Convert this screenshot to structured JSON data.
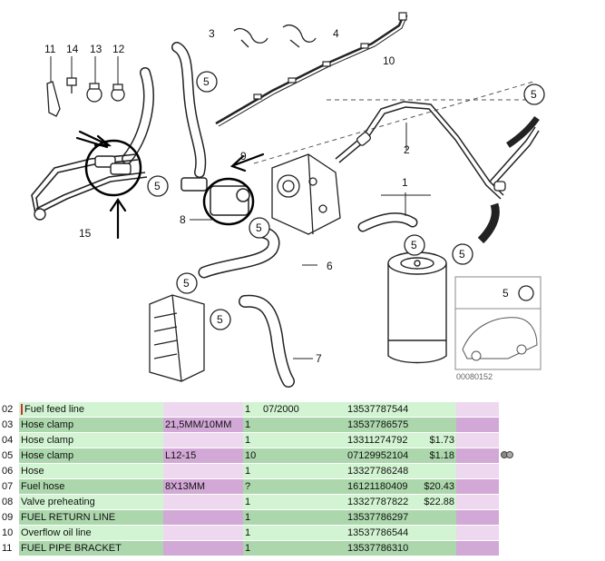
{
  "diagram": {
    "labels": {
      "p1": "1",
      "p2": "2",
      "p3": "3",
      "p4": "4",
      "p5": "5",
      "p6": "6",
      "p7": "7",
      "p8": "8",
      "p9": "9",
      "p10": "10",
      "p11": "11",
      "p12": "12",
      "p13": "13",
      "p14": "14",
      "p15": "15"
    },
    "image_code": "00080152"
  },
  "parts": [
    {
      "no": "02",
      "desc": "Fuel feed line",
      "spec": "",
      "qty": "1",
      "date": "07/2000",
      "partno": "13537787544",
      "price": ""
    },
    {
      "no": "03",
      "desc": "Hose clamp",
      "spec": "21,5MM/10MM",
      "qty": "1",
      "date": "",
      "partno": "13537786575",
      "price": ""
    },
    {
      "no": "04",
      "desc": "Hose clamp",
      "spec": "",
      "qty": "1",
      "date": "",
      "partno": "13311274792",
      "price": "$1.73"
    },
    {
      "no": "05",
      "desc": "Hose clamp",
      "spec": "L12-15",
      "qty": "10",
      "date": "",
      "partno": "07129952104",
      "price": "$1.18",
      "icon": "parts-icon"
    },
    {
      "no": "06",
      "desc": "Hose",
      "spec": "",
      "qty": "1",
      "date": "",
      "partno": "13327786248",
      "price": ""
    },
    {
      "no": "07",
      "desc": "Fuel hose",
      "spec": "8X13MM",
      "qty": "?",
      "date": "",
      "partno": "16121180409",
      "price": "$20.43"
    },
    {
      "no": "08",
      "desc": "Valve preheating",
      "spec": "",
      "qty": "1",
      "date": "",
      "partno": "13327787822",
      "price": "$22.88"
    },
    {
      "no": "09",
      "desc": "FUEL RETURN LINE",
      "spec": "",
      "qty": "1",
      "date": "",
      "partno": "13537786297",
      "price": ""
    },
    {
      "no": "10",
      "desc": "Overflow oil line",
      "spec": "",
      "qty": "1",
      "date": "",
      "partno": "13537786544",
      "price": ""
    },
    {
      "no": "11",
      "desc": "FUEL PIPE BRACKET",
      "spec": "",
      "qty": "1",
      "date": "",
      "partno": "13537786310",
      "price": ""
    }
  ]
}
